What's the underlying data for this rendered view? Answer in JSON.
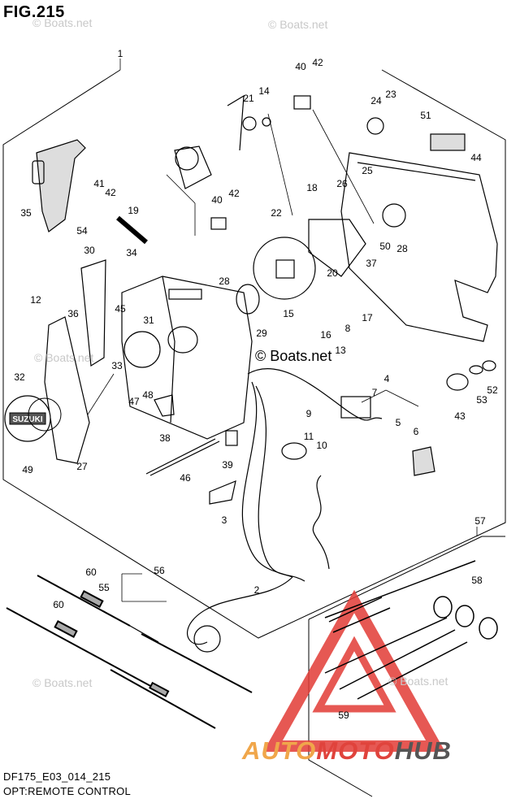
{
  "figure": {
    "title": "FIG.215",
    "model_code": "DF175_E03_014_215",
    "caption": "OPT:REMOTE CONTROL"
  },
  "watermark": {
    "text": "© Boats.net",
    "highlight_text": "© Boats.net"
  },
  "branding": {
    "part1": "AUTO",
    "part2": "MOTO",
    "part3": "HUB",
    "colors": {
      "auto": "#f0a64a",
      "moto": "#e0433c",
      "hub": "#555555",
      "triangle": "#e23b36"
    }
  },
  "dial_text": "SUZUKI",
  "part_labels": [
    "1",
    "2",
    "3",
    "4",
    "5",
    "6",
    "7",
    "8",
    "9",
    "10",
    "11",
    "12",
    "13",
    "14",
    "15",
    "16",
    "17",
    "18",
    "19",
    "20",
    "21",
    "22",
    "23",
    "24",
    "25",
    "26",
    "27",
    "28",
    "28",
    "29",
    "30",
    "31",
    "32",
    "33",
    "34",
    "35",
    "36",
    "37",
    "38",
    "39",
    "40",
    "40",
    "41",
    "42",
    "42",
    "42",
    "43",
    "44",
    "45",
    "46",
    "47",
    "48",
    "49",
    "50",
    "51",
    "52",
    "53",
    "54",
    "55",
    "56",
    "57",
    "58",
    "59",
    "60",
    "60"
  ]
}
